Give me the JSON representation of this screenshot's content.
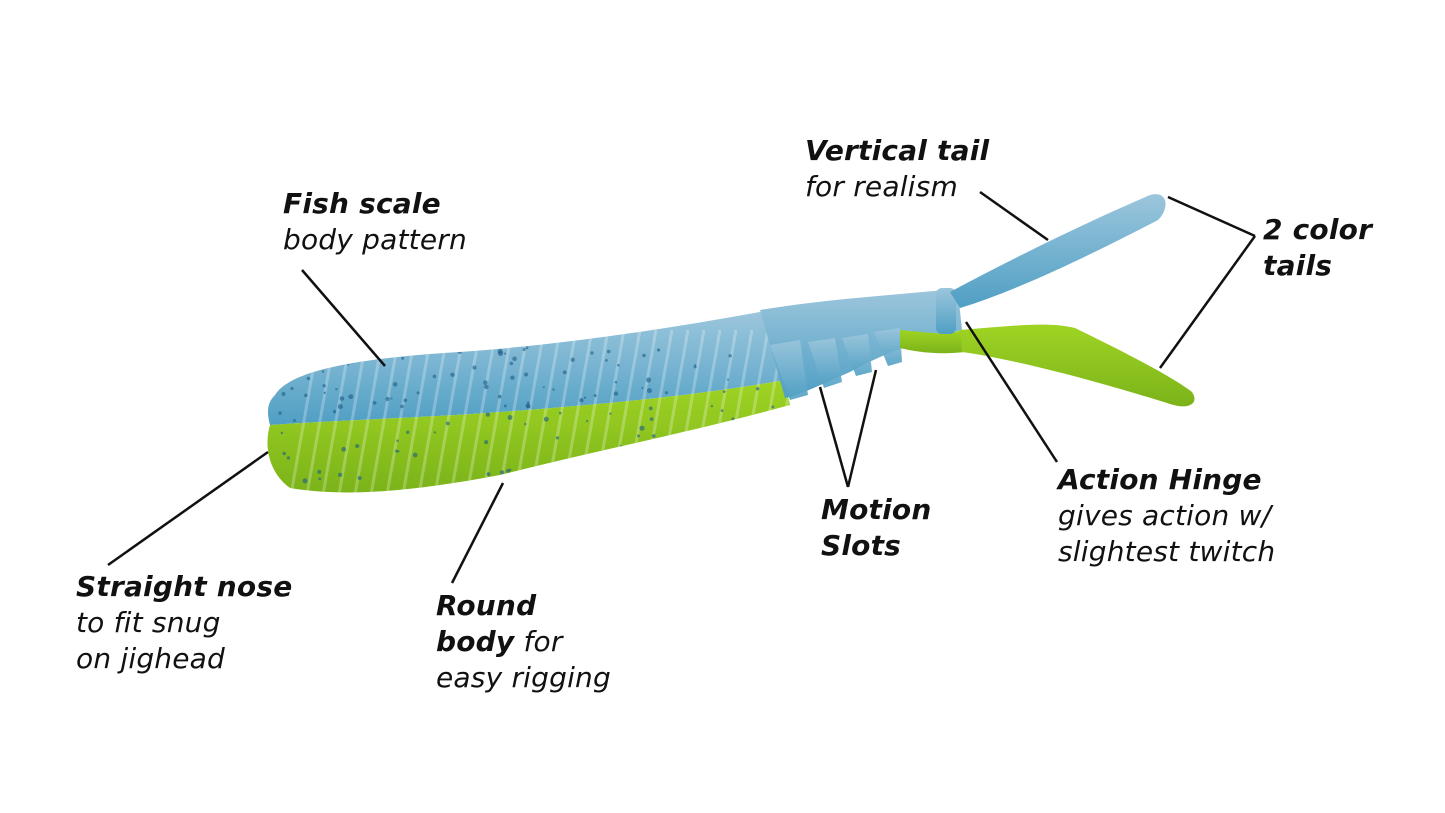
{
  "colors": {
    "body_blue": "#4f9fc4",
    "body_blue_light": "#9cc6dc",
    "body_green": "#9fd423",
    "body_green_dark": "#7bb31a",
    "leader_line": "#111111",
    "fleck": "#1d5b86"
  },
  "callouts": {
    "fish_scale": {
      "bold": "Fish scale",
      "normal": "body pattern"
    },
    "vertical_tail": {
      "bold": "Vertical tail",
      "normal": "for realism"
    },
    "two_color": {
      "bold_1": "2 color",
      "bold_2": "tails"
    },
    "straight_nose": {
      "bold": "Straight nose",
      "normal_1": "to fit snug",
      "normal_2": "on jighead"
    },
    "round_body": {
      "bold_1": "Round",
      "bold_2": "body",
      "normal_2": " for",
      "normal_3": "easy rigging"
    },
    "motion_slots": {
      "bold_1": "Motion",
      "bold_2": "Slots"
    },
    "action_hinge": {
      "bold": "Action Hinge",
      "normal_1": "gives action w/",
      "normal_2": "slightest twitch"
    }
  }
}
